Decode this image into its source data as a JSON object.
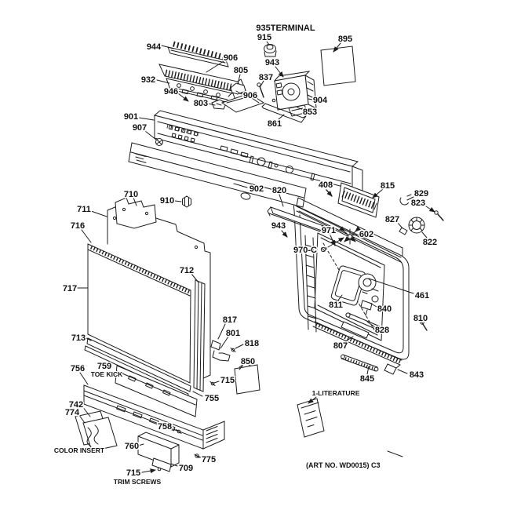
{
  "diagram": {
    "kind": "exploded-parts-diagram",
    "subject": "dishwasher door and control panel assembly",
    "background": "#ffffff",
    "ink": "#1c1c1c",
    "art_no": "(ART NO. WD0015) C3"
  },
  "labels": {
    "l944": "944",
    "l906a": "906",
    "l935": "935TERMINAL",
    "l915": "915",
    "l943a": "943",
    "l895": "895",
    "l932": "932",
    "l946": "946",
    "l805": "805",
    "l837": "837",
    "l906b": "906",
    "l803": "803",
    "l904": "904",
    "l853": "853",
    "l861": "861",
    "l901": "901",
    "l907": "907",
    "l902": "902",
    "l910": "910",
    "l710": "710",
    "l711": "711",
    "l716": "716",
    "l717": "717",
    "l712": "712",
    "l713": "713",
    "l817": "817",
    "l801": "801",
    "l818": "818",
    "l850": "850",
    "l715a": "715",
    "l755": "755",
    "l756": "756",
    "l759": "759",
    "l759sub": "TOE KICK",
    "l742": "742",
    "l774": "774",
    "lcolor": "COLOR INSERT",
    "l758": "758",
    "l760": "760",
    "l775": "775",
    "l709": "709",
    "l715b": "715",
    "ltrim": "TRIM SCREWS",
    "l820": "820",
    "l408": "408",
    "l815": "815",
    "l829": "829",
    "l823": "823",
    "l827": "827",
    "l822": "822",
    "l943b": "943",
    "l971": "971",
    "l970": "970-C",
    "l602": "602",
    "l461": "461",
    "l811": "811",
    "l840": "840",
    "l810": "810",
    "l828": "828",
    "l807": "807",
    "l845": "845",
    "l843": "843",
    "llit": "1-LITERATURE"
  }
}
